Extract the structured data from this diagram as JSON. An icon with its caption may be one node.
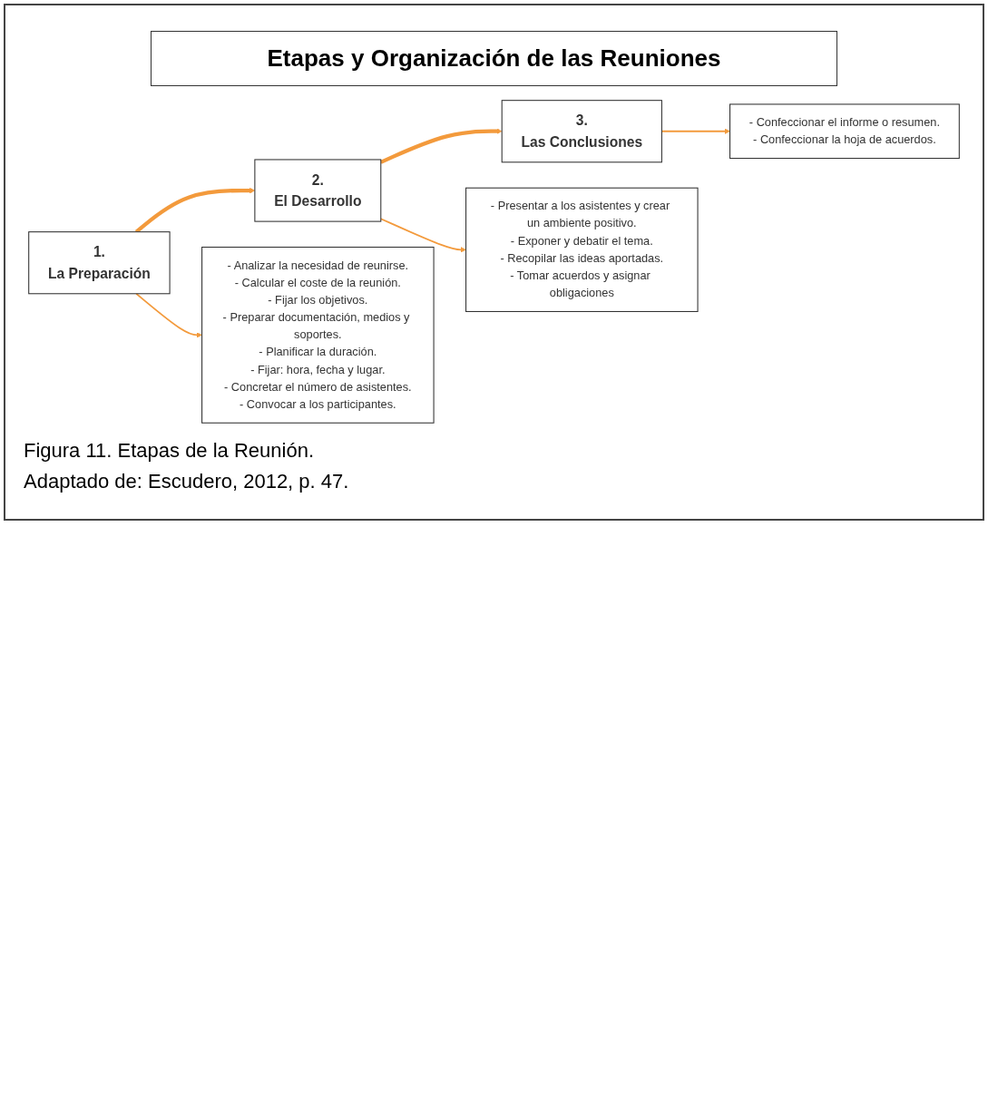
{
  "diagram": {
    "title": "Etapas y Organización de las Reuniones",
    "nodes": [
      {
        "text": [
          "1.",
          "La Preparación"
        ]
      },
      {
        "text": [
          "- Analizar la necesidad de reunirse.",
          "- Calcular el coste de la reunión.",
          "- Fijar los objetivos.",
          "- Preparar documentación, medios y soportes.",
          "- Planificar la duración.",
          "- Fijar: hora, fecha y lugar.",
          "- Concretar el número de asistentes.",
          "- Convocar a los participantes."
        ]
      },
      {
        "text": [
          "2.",
          "El Desarrollo"
        ]
      },
      {
        "text": [
          "- Presentar a los asistentes y crear un ambiente positivo.",
          "- Exponer y debatir el tema.",
          "- Recopilar las ideas aportadas.",
          "- Tomar acuerdos y asignar obligaciones"
        ]
      },
      {
        "text": [
          "3.",
          "Las Conclusiones"
        ]
      },
      {
        "text": [
          "- Confeccionar el informe o resumen.",
          "- Confeccionar la hoja de acuerdos."
        ]
      }
    ],
    "edges": [
      {
        "from": 0,
        "to": 1,
        "arrow": "to"
      },
      {
        "from": 0,
        "to": 2,
        "arrow": "to",
        "style": "thick"
      },
      {
        "from": 2,
        "to": 3,
        "arrow": "to"
      },
      {
        "from": 2,
        "to": 4,
        "arrow": "to",
        "style": "thick"
      },
      {
        "from": 4,
        "to": 5,
        "arrow": "to"
      }
    ],
    "caption": "Figura 11. Etapas de la Reunión.",
    "labels": [
      "Adaptado de: Escudero, 2012, p. 47."
    ]
  }
}
